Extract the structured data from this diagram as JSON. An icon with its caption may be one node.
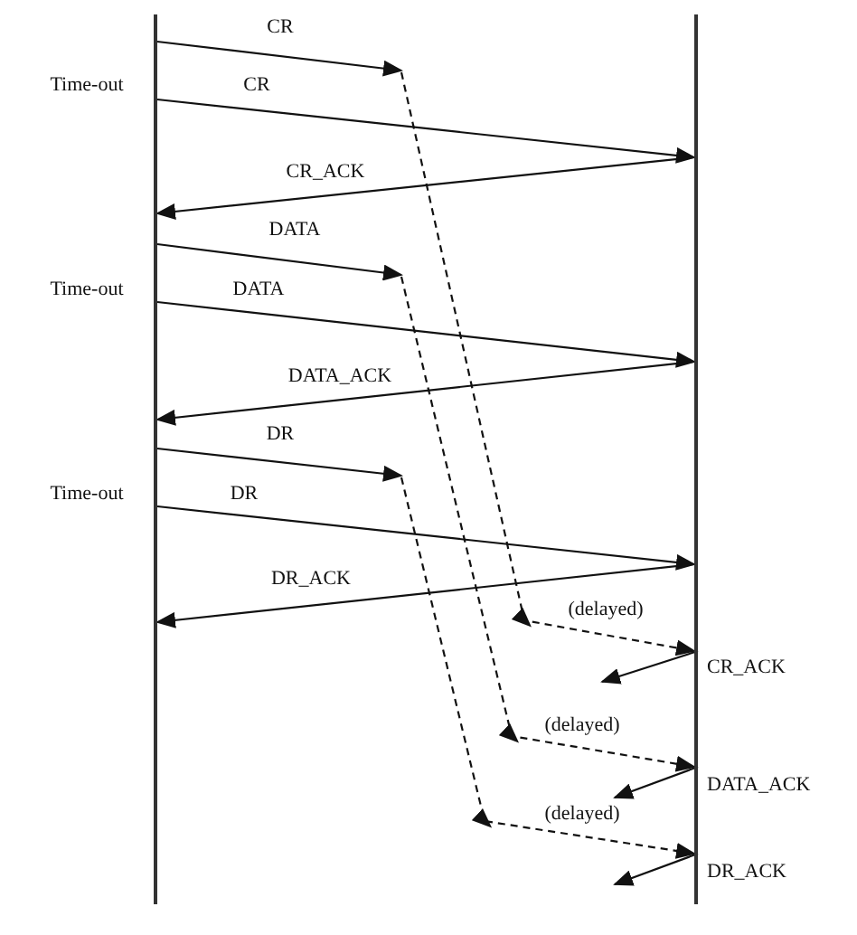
{
  "diagram": {
    "nodes": [
      {
        "text": [],
        "shape": "bar"
      },
      {
        "text": [],
        "shape": "bar"
      }
    ],
    "edges": [
      {
        "from": 0,
        "to": null,
        "arrow": "to",
        "label": "CR"
      },
      {
        "from": 0,
        "to": 1,
        "arrow": "to",
        "label": "CR"
      },
      {
        "from": 1,
        "to": 0,
        "arrow": "to",
        "label": "CR_ACK"
      },
      {
        "from": 0,
        "to": null,
        "arrow": "to",
        "label": "DATA"
      },
      {
        "from": 0,
        "to": 1,
        "arrow": "to",
        "label": "DATA"
      },
      {
        "from": 1,
        "to": 0,
        "arrow": "to",
        "label": "DATA_ACK"
      },
      {
        "from": 0,
        "to": null,
        "arrow": "to",
        "label": "DR"
      },
      {
        "from": 0,
        "to": 1,
        "arrow": "to",
        "label": "DR"
      },
      {
        "from": 1,
        "to": 0,
        "arrow": "to",
        "label": "DR_ACK"
      },
      {
        "from": null,
        "to": 1,
        "arrow": "to",
        "label": "(delayed)",
        "style": "dashed"
      },
      {
        "from": 1,
        "to": null,
        "arrow": "to",
        "label": "CR_ACK"
      },
      {
        "from": null,
        "to": 1,
        "arrow": "to",
        "label": "(delayed)",
        "style": "dashed"
      },
      {
        "from": 1,
        "to": null,
        "arrow": "to",
        "label": "DATA_ACK"
      },
      {
        "from": null,
        "to": 1,
        "arrow": "to",
        "label": "(delayed)",
        "style": "dashed"
      },
      {
        "from": 1,
        "to": null,
        "arrow": "to",
        "label": "DR_ACK"
      }
    ],
    "labels": [
      "Time-out",
      "Time-out",
      "Time-out"
    ]
  }
}
